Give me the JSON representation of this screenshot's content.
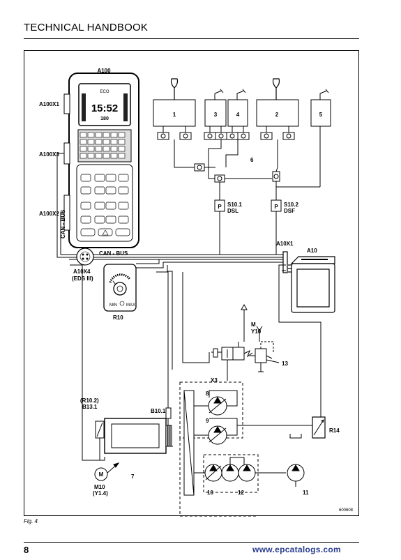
{
  "header": {
    "title": "TECHNICAL HANDBOOK"
  },
  "figure": {
    "caption": "Fig. 4",
    "code": "600608",
    "display": {
      "eco": "ECO",
      "time": "15:52",
      "speed": "180"
    },
    "labels": {
      "a100": "A100",
      "a100x1": "A100X1",
      "a100x3": "A100X3",
      "a100x2": "A100X2",
      "can_bus_vertical": "CAN - BUS",
      "can_bus": "CAN - BUS",
      "a10x4": "A10X4",
      "eds": "(EDS III)",
      "r10": "R10",
      "min": "MIN",
      "max": "MAX",
      "a10x1": "A10X1",
      "a10": "A10",
      "s101": "S10.1",
      "dsl": "DSL",
      "s102": "S10.2",
      "dsf": "DSF",
      "p1": "P",
      "p2": "P",
      "v1": "1",
      "v2": "2",
      "v3": "3",
      "v4": "4",
      "v5": "5",
      "n6": "6",
      "y10": "Y10",
      "m": "M",
      "n13": "13",
      "x3": "X3",
      "n8": "8",
      "n9": "9",
      "r102": "(R10.2)",
      "b131": "B13.1",
      "b101": "B10.1",
      "r14": "R14",
      "n7": "7",
      "m10": "M10",
      "y14": "(Y1.4)",
      "motor": "M",
      "n10": "10",
      "n11": "11",
      "n12": "12"
    }
  },
  "footer": {
    "page_number": "8",
    "watermark": "www.epcatalogs.com"
  }
}
